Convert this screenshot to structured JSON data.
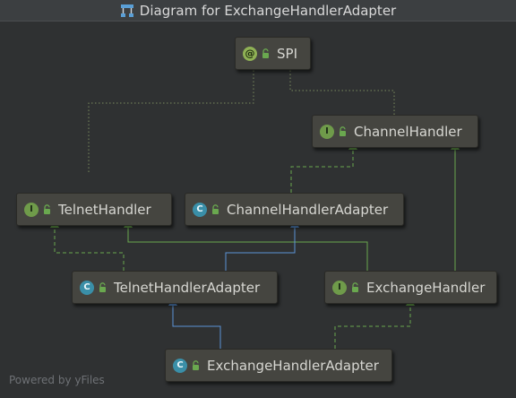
{
  "window": {
    "title": "Diagram for ExchangeHandlerAdapter",
    "title_icon": "diagram-icon"
  },
  "nodes": [
    {
      "id": "spi",
      "label": "SPI",
      "kind": "annotation",
      "badge": "@"
    },
    {
      "id": "channelhandler",
      "label": "ChannelHandler",
      "kind": "interface",
      "badge": "I"
    },
    {
      "id": "telnethandler",
      "label": "TelnetHandler",
      "kind": "interface",
      "badge": "I"
    },
    {
      "id": "channelhandleradapter",
      "label": "ChannelHandlerAdapter",
      "kind": "class",
      "badge": "C"
    },
    {
      "id": "telnethandleradapter",
      "label": "TelnetHandlerAdapter",
      "kind": "class",
      "badge": "C"
    },
    {
      "id": "exchangehandler",
      "label": "ExchangeHandler",
      "kind": "interface",
      "badge": "I"
    },
    {
      "id": "exchangehandleradapter",
      "label": "ExchangeHandlerAdapter",
      "kind": "class",
      "badge": "C"
    }
  ],
  "edges": [
    {
      "from": "telnethandler",
      "to": "spi",
      "type": "annotation"
    },
    {
      "from": "channelhandler",
      "to": "spi",
      "type": "annotation"
    },
    {
      "from": "channelhandleradapter",
      "to": "channelhandler",
      "type": "implements"
    },
    {
      "from": "exchangehandler",
      "to": "channelhandler",
      "type": "extends-interface"
    },
    {
      "from": "exchangehandler",
      "to": "telnethandler",
      "type": "extends-interface"
    },
    {
      "from": "telnethandleradapter",
      "to": "telnethandler",
      "type": "implements"
    },
    {
      "from": "telnethandleradapter",
      "to": "channelhandleradapter",
      "type": "extends"
    },
    {
      "from": "exchangehandleradapter",
      "to": "telnethandleradapter",
      "type": "extends"
    },
    {
      "from": "exchangehandleradapter",
      "to": "exchangehandler",
      "type": "implements"
    }
  ],
  "colors": {
    "extends": "#5b93d6",
    "interface": "#6aa84f",
    "annotation": "#7a8a5e"
  },
  "footer": {
    "text": "Powered by yFiles"
  }
}
